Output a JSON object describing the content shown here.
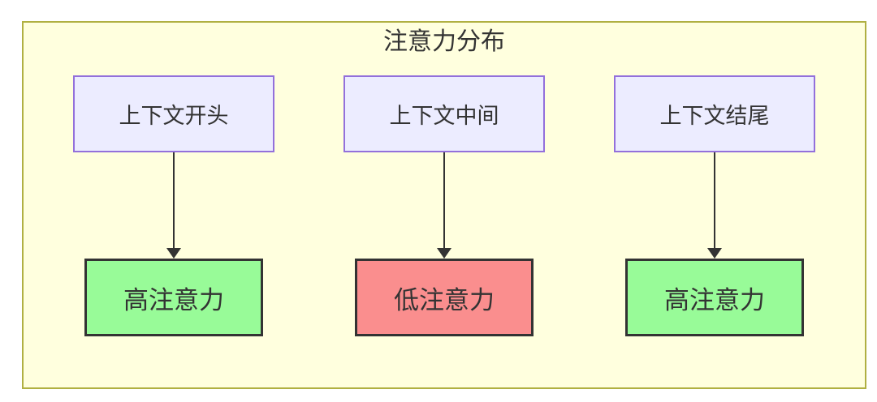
{
  "diagram": {
    "type": "flowchart-top-down",
    "title": "注意力分布",
    "background_color": "#ffffde",
    "border_color": "#b0b042",
    "text_color": "#333333",
    "arrow_color": "#333333",
    "source_node_style": {
      "fill": "#ececff",
      "border": "#9370db"
    },
    "columns": [
      {
        "source": {
          "label": "上下文开头",
          "fill": "#ececff",
          "border": "#9370db"
        },
        "arrow": "down-arrow",
        "target": {
          "label": "高注意力",
          "fill": "#98fb98",
          "border": "#333333"
        }
      },
      {
        "source": {
          "label": "上下文中间",
          "fill": "#ececff",
          "border": "#9370db"
        },
        "arrow": "down-arrow",
        "target": {
          "label": "低注意力",
          "fill": "#fa8e8e",
          "border": "#333333"
        }
      },
      {
        "source": {
          "label": "上下文结尾",
          "fill": "#ececff",
          "border": "#9370db"
        },
        "arrow": "down-arrow",
        "target": {
          "label": "高注意力",
          "fill": "#98fb98",
          "border": "#333333"
        }
      }
    ]
  }
}
